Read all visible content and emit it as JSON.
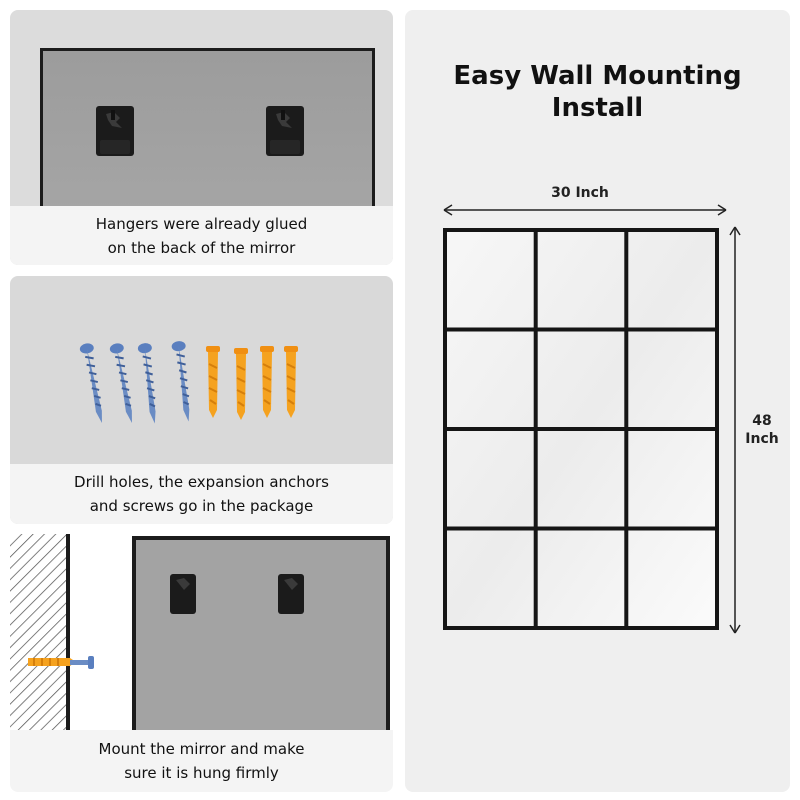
{
  "steps": [
    {
      "caption_line1": "Hangers were already glued",
      "caption_line2": "on the back of the mirror"
    },
    {
      "caption_line1": "Drill holes, the expansion anchors",
      "caption_line2": "and screws go in the package"
    },
    {
      "caption_line1": "Mount the mirror and make",
      "caption_line2": "sure it is hung firmly"
    }
  ],
  "install": {
    "title_line1": "Easy Wall Mounting",
    "title_line2": "Install",
    "width_label": "30 Inch",
    "height_label_line1": "48",
    "height_label_line2": "Inch"
  },
  "colors": {
    "frame": "#1c1c1c",
    "screw": "#6a8cc4",
    "anchor": "#f5a21f",
    "caption_bg": "#f4f4f4"
  },
  "mirror_grid": {
    "columns": 3,
    "rows": 4
  }
}
